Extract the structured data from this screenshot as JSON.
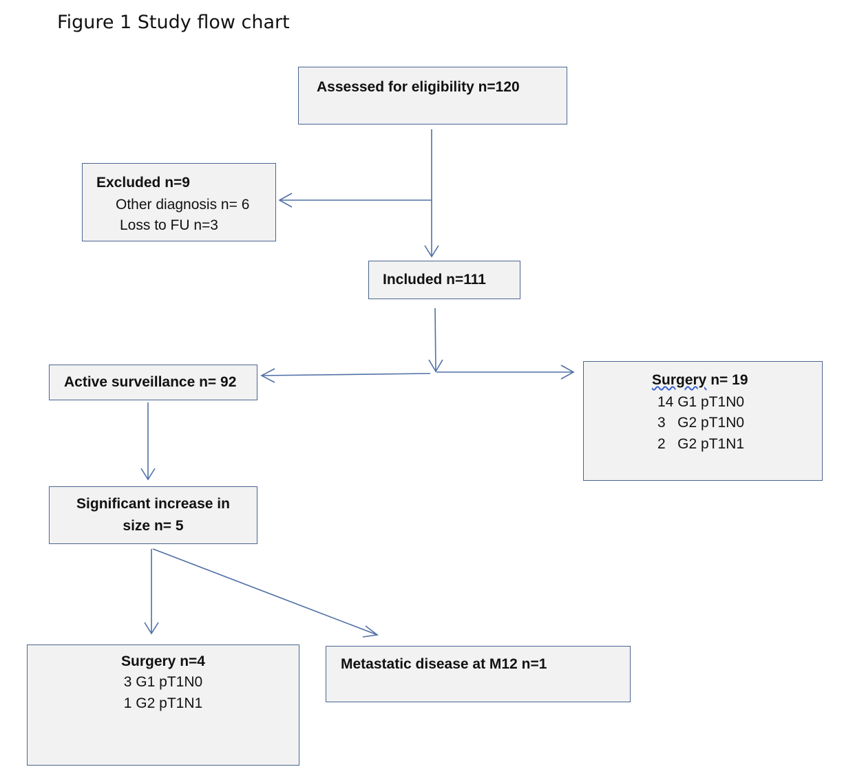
{
  "figure": {
    "title": "Figure 1 Study flow chart"
  },
  "nodes": {
    "assessed": {
      "label": "Assessed for eligibility n=120"
    },
    "excluded": {
      "label": "Excluded n=9",
      "items": [
        "Other diagnosis n= 6",
        "Loss to FU n=3"
      ]
    },
    "included": {
      "label": "Included n=111"
    },
    "active": {
      "label": "Active surveillance n= 92"
    },
    "surgery19": {
      "label_word": "Surgery",
      "label_rest": "n= 19",
      "items": [
        "14 G1 pT1N0",
        "3   G2 pT1N0",
        "2   G2 pT1N1"
      ]
    },
    "increase": {
      "line1": "Significant increase in",
      "line2": "size n= 5"
    },
    "surgery4": {
      "label": "Surgery n=4",
      "items": [
        "3 G1 pT1N0",
        "1 G2 pT1N1"
      ]
    },
    "metastatic": {
      "label": "Metastatic disease at M12 n=1"
    }
  },
  "colors": {
    "box_fill": "#f2f2f2",
    "box_border": "#4a6490",
    "connector": "#4f6fa5",
    "spellcheck_underline": "#3b64d1"
  }
}
